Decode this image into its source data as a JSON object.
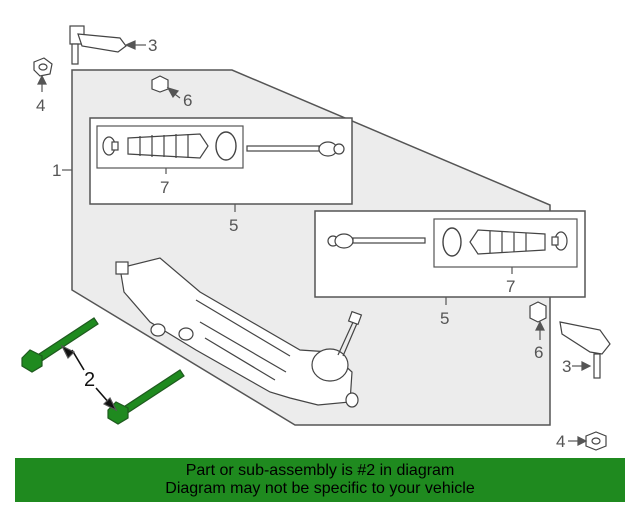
{
  "diagram": {
    "callouts": {
      "c1": "1",
      "c2": "2",
      "c3_top": "3",
      "c3_right": "3",
      "c4_top": "4",
      "c4_bottom": "4",
      "c5_left": "5",
      "c5_right": "5",
      "c6_top": "6",
      "c6_right": "6",
      "c7_left": "7",
      "c7_right": "7"
    },
    "colors": {
      "highlight_part": "#1f8a1f",
      "line_art": "#555555",
      "panel_fill": "#ececec"
    }
  },
  "banner": {
    "line1": "Part or sub-assembly is #2 in diagram",
    "line2": "Diagram may not be specific to your vehicle"
  }
}
